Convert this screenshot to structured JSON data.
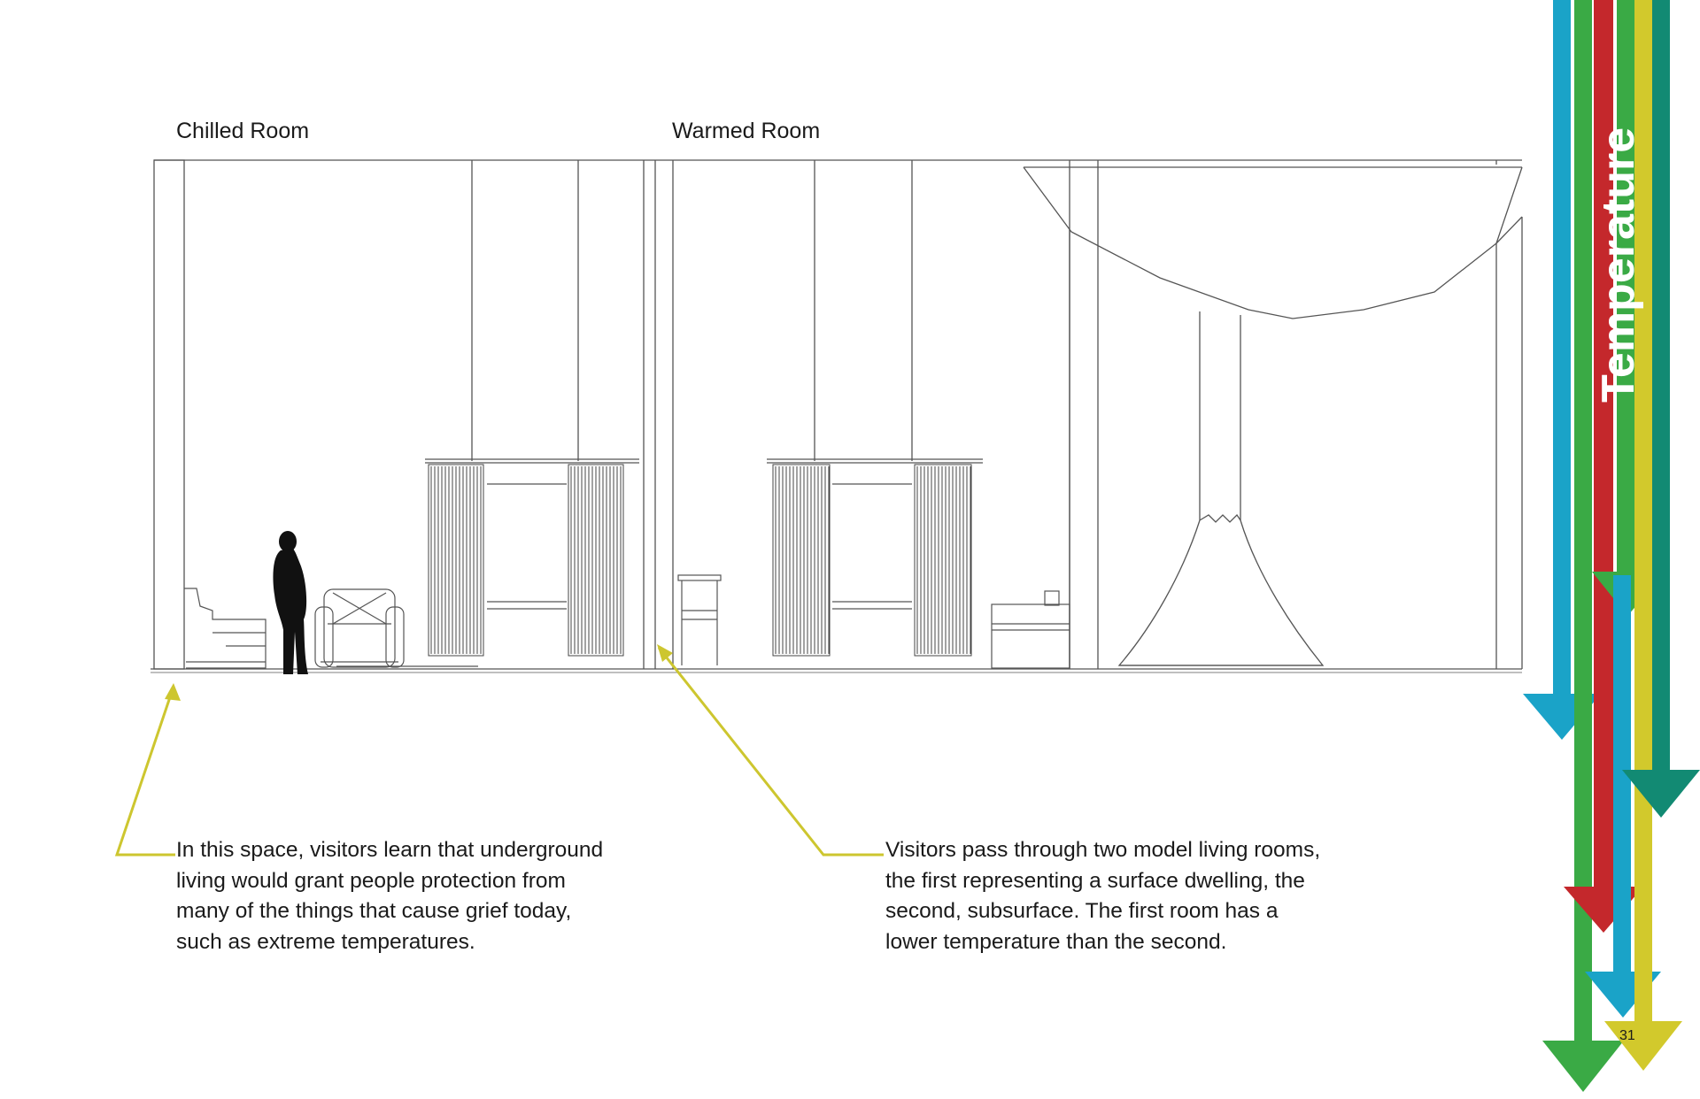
{
  "labels": {
    "chilled_room": "Chilled Room",
    "warmed_room": "Warmed Room"
  },
  "captions": {
    "left_lines": [
      "In this space, visitors learn that underground",
      "living would grant people protection from",
      "many of the things that cause grief today,",
      "such as extreme temperatures."
    ],
    "right_lines": [
      "Visitors pass through two model living rooms,",
      "the first representing a surface dwelling, the",
      "second, subsurface. The first room has a",
      "lower temperature than the second."
    ]
  },
  "sidebar": {
    "title": "Temperature",
    "page_number": "31"
  },
  "colors": {
    "line": "#555555",
    "leader": "#cdc62f",
    "cyan": "#1aa3c8",
    "green": "#3aaa45",
    "red": "#c4282c",
    "yellow": "#d2c92c",
    "teal": "#128a73",
    "silhouette": "#111111"
  }
}
